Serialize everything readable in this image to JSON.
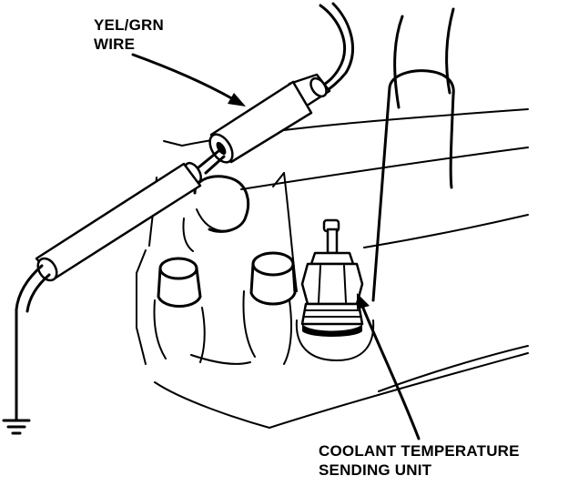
{
  "labels": {
    "wire_line1": "YEL/GRN",
    "wire_line2": "WIRE",
    "sensor_line1": "COOLANT TEMPERATURE",
    "sensor_line2": "SENDING UNIT"
  },
  "icons": {
    "ground": "ground-symbol-icon"
  },
  "colors": {
    "ink": "#000000",
    "paper": "#ffffff"
  }
}
